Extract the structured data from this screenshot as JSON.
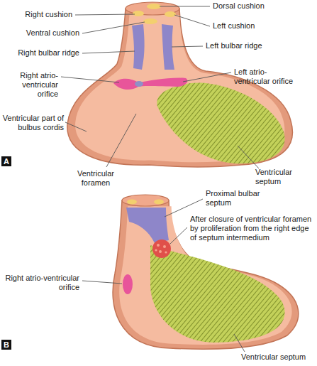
{
  "diagram": {
    "nodes": [
      {
        "text": [
          "A"
        ]
      },
      {
        "text": [
          "B"
        ]
      }
    ],
    "labels": [
      "Right cushion",
      "Dorsal cushion",
      "Ventral cushion",
      "Left cushion",
      "Right bulbar ridge",
      "Left bulbar ridge",
      "Right atrio-ventricular orifice",
      "Left atrio-ventricular orifice",
      "Ventricular part of bulbus cordis",
      "Ventricular foramen",
      "Ventricular septum",
      "Proximal bulbar septum",
      "Right atrio-ventricular orifice",
      "After closure of ventricular foramen by proliferation from the right edge of septum intermedium",
      "Ventricular septum"
    ]
  }
}
